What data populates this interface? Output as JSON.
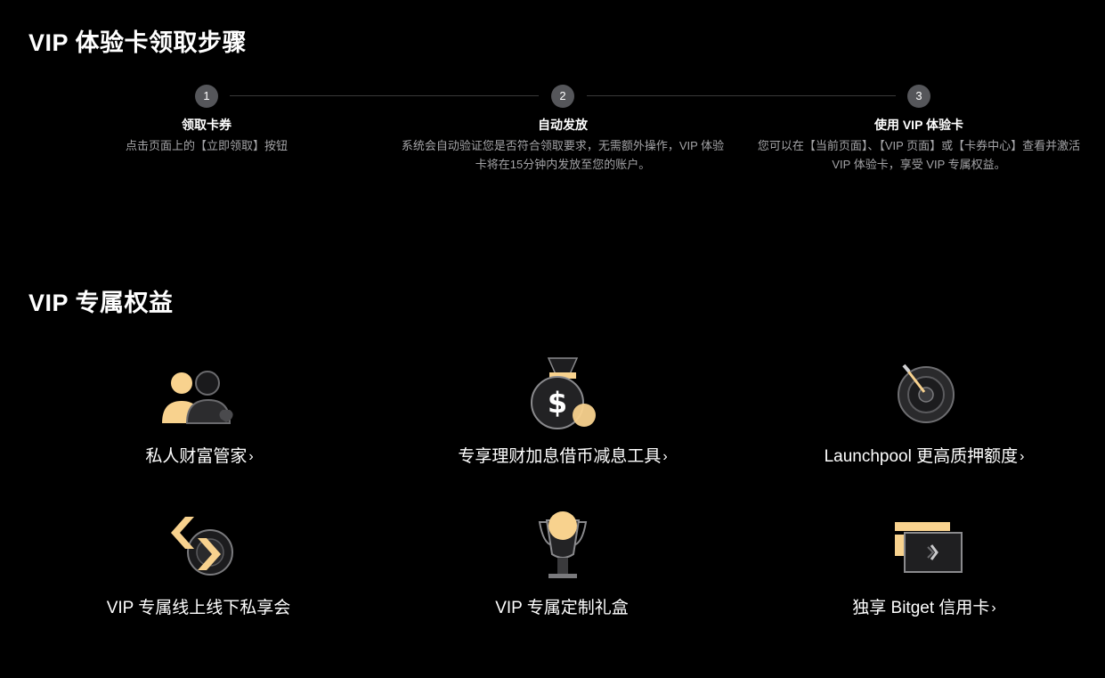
{
  "steps_section": {
    "title": "VIP 体验卡领取步骤",
    "steps": [
      {
        "number": "1",
        "title": "领取卡券",
        "description": "点击页面上的【立即领取】按钮"
      },
      {
        "number": "2",
        "title": "自动发放",
        "description": "系统会自动验证您是否符合领取要求，无需额外操作，VIP 体验卡将在15分钟内发放至您的账户。"
      },
      {
        "number": "3",
        "title": "使用 VIP 体验卡",
        "description": "您可以在【当前页面】、【VIP 页面】或【卡券中心】查看并激活 VIP 体验卡，享受 VIP 专属权益。"
      }
    ]
  },
  "benefits_section": {
    "title": "VIP 专属权益",
    "items": [
      {
        "label": "私人财富管家",
        "icon": "people-icon",
        "chevron": "›"
      },
      {
        "label": "专享理财加息借币减息工具",
        "icon": "money-bag-icon",
        "chevron": "›"
      },
      {
        "label": "Launchpool 更高质押额度",
        "icon": "target-icon",
        "chevron": "›"
      },
      {
        "label": "VIP 专属线上线下私享会",
        "icon": "arrows-icon",
        "chevron": ""
      },
      {
        "label": "VIP 专属定制礼盒",
        "icon": "trophy-icon",
        "chevron": ""
      },
      {
        "label": "独享 Bitget 信用卡",
        "icon": "credit-card-icon",
        "chevron": "›"
      }
    ]
  },
  "colors": {
    "background": "#000000",
    "accent": "#f8d28e",
    "badge": "#55565a",
    "muted_text": "#a4a4a7",
    "icon_dark": "#2a2a2c"
  }
}
